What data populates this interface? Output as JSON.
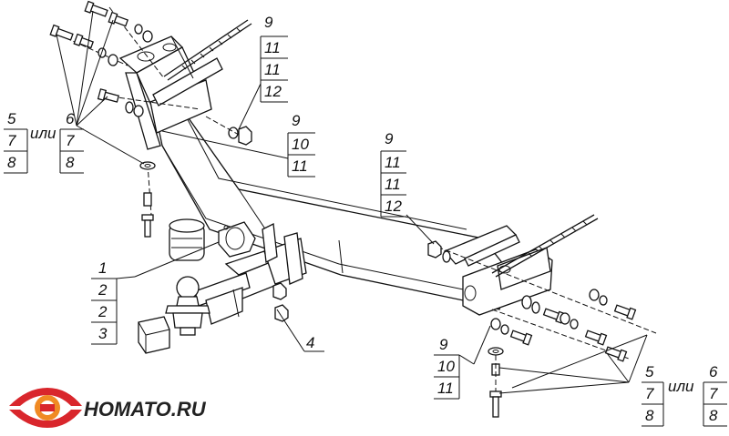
{
  "logo": {
    "text": "HOMATO.RU"
  },
  "callouts": {
    "top_right_group": [
      "9",
      "11",
      "11",
      "12"
    ],
    "mid_right_group": [
      "9",
      "10",
      "11"
    ],
    "left_group_a": [
      "5",
      "7",
      "8"
    ],
    "left_or": "или",
    "left_group_b": [
      "6",
      "7",
      "8"
    ],
    "center_right_group": [
      "9",
      "11",
      "11",
      "12"
    ],
    "left_bottom_group": [
      "1",
      "2",
      "2",
      "3"
    ],
    "single_4": "4",
    "bottom_center_group": [
      "9",
      "10",
      "11"
    ],
    "bottom_right_group_a": [
      "5",
      "7",
      "8"
    ],
    "bottom_right_or": "или",
    "bottom_right_group_b": [
      "6",
      "7",
      "8"
    ]
  },
  "colors": {
    "line": "#111111",
    "logo_red": "#d9262c",
    "logo_orange": "#f08a24",
    "background": "#ffffff"
  }
}
